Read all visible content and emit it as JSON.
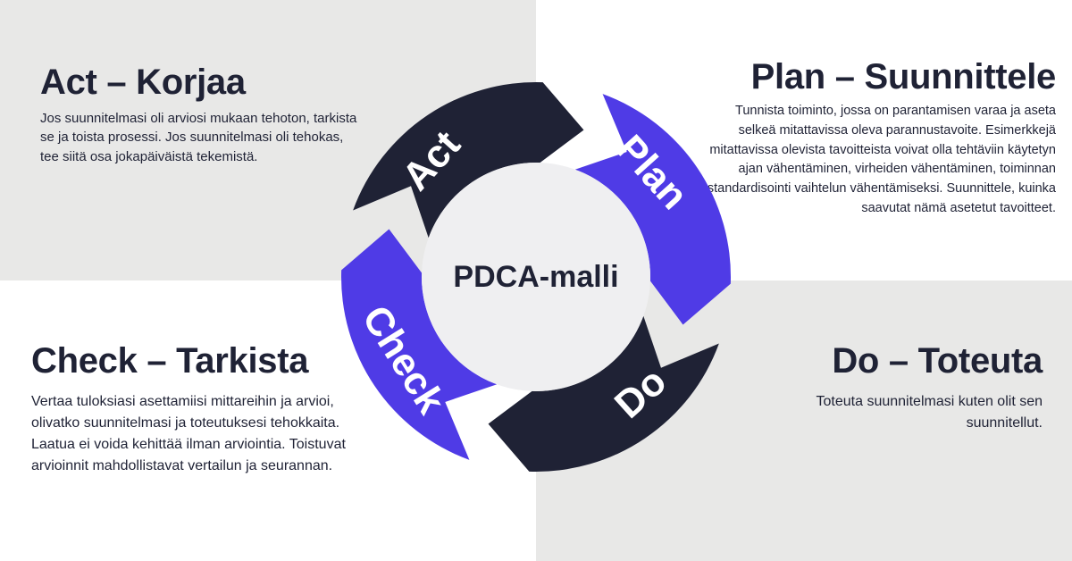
{
  "center_label": "PDCA-malli",
  "segments": {
    "act": "Act",
    "plan": "Plan",
    "do": "Do",
    "check": "Check"
  },
  "blocks": {
    "act": {
      "title": "Act – Korjaa",
      "text": "Jos suunnitelmasi oli arviosi mukaan tehoton, tarkista se ja toista prosessi. Jos suunnitelmasi oli tehokas, tee siitä osa jokapäiväistä tekemistä."
    },
    "plan": {
      "title": "Plan – Suunnittele",
      "text": "Tunnista toiminto, jossa on parantamisen varaa ja aseta selkeä mitattavissa oleva parannustavoite. Esimerkkejä mitattavissa olevista tavoitteista voivat olla tehtäviin käytetyn ajan vähentäminen, virheiden vähentäminen, toiminnan standardisointi vaihtelun vähentämiseksi. Suunnittele, kuinka saavutat nämä asetetut tavoitteet."
    },
    "check": {
      "title": "Check – Tarkista",
      "text": "Vertaa tuloksiasi asettamiisi mittareihin ja arvioi, olivatko suunnitelmasi ja toteutuksesi tehokkaita. Laatua ei voida kehittää ilman arviointia. Toistuvat arvioinnit mahdollistavat vertailun ja seurannan."
    },
    "do": {
      "title": "Do – Toteuta",
      "text": "Toteuta suunnitelmasi kuten olit sen suunnitellut."
    }
  },
  "colors": {
    "dark_navy": "#1f2235",
    "violet": "#4f3be6",
    "light_gray": "#e8e8e7",
    "center_fill": "#efeff1",
    "white": "#ffffff"
  }
}
